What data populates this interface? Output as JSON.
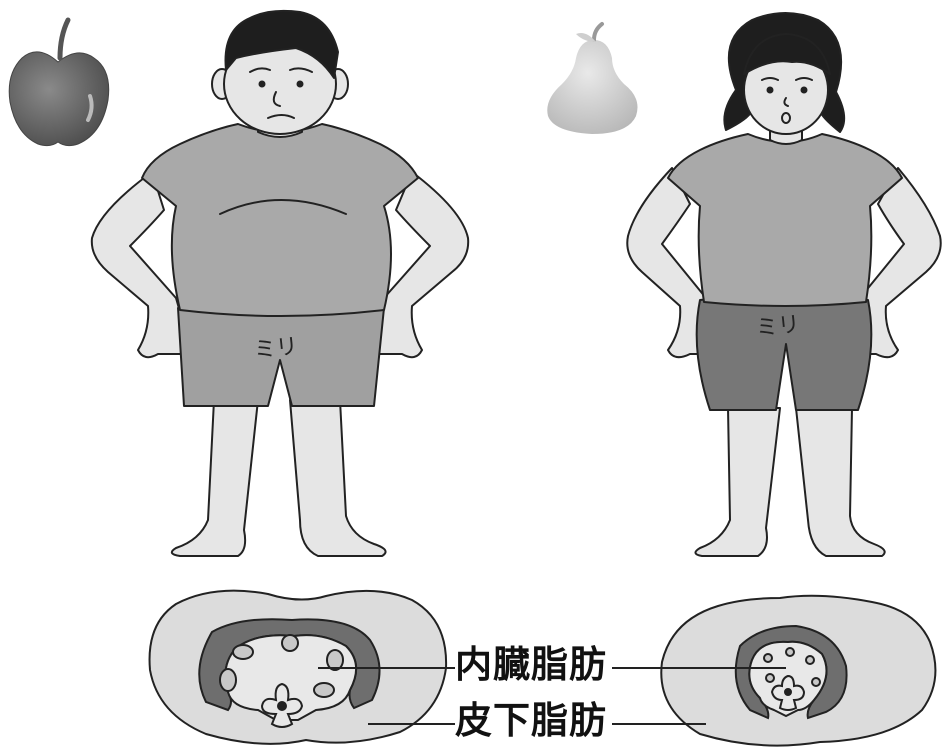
{
  "figure": {
    "labels": {
      "visceral_fat": "内臓脂肪",
      "subcutaneous_fat": "皮下脂肪"
    },
    "figures": [
      {
        "name": "man",
        "body_shape": "apple",
        "icon": "apple-icon",
        "belly_marking": "ミリ"
      },
      {
        "name": "woman",
        "body_shape": "pear",
        "icon": "pear-icon",
        "belly_marking": "ミリ"
      }
    ],
    "colors": {
      "line": "#222222",
      "skin": "#e6e6e6",
      "shirt": "#a9a9a9",
      "shorts_man": "#a0a0a0",
      "shorts_woman": "#777777",
      "hair": "#1e1e1e",
      "subq_fat": "#dcdcdc",
      "visceral_muscle": "#6e6e6e",
      "cavity": "#e8e8e8"
    }
  }
}
